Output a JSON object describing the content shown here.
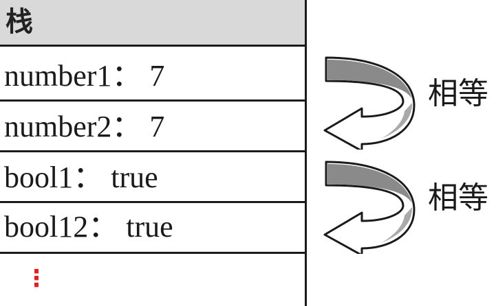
{
  "stack": {
    "header": "栈",
    "rows": [
      {
        "text": "number1：  7"
      },
      {
        "text": "number2：  7"
      },
      {
        "text": "bool1：  true"
      },
      {
        "text": "bool12：  true"
      }
    ],
    "ellipsis": "⋮",
    "ellipsis_color": "#e02020"
  },
  "relations": [
    {
      "label": "相等",
      "icon": "curved-arrow-icon"
    },
    {
      "label": "相等",
      "icon": "curved-arrow-icon"
    }
  ],
  "colors": {
    "header_bg": "#d9d9d9",
    "border": "#1a1a1a",
    "arrow_face": "#ffffff",
    "arrow_shade": "#7a7a7a"
  }
}
